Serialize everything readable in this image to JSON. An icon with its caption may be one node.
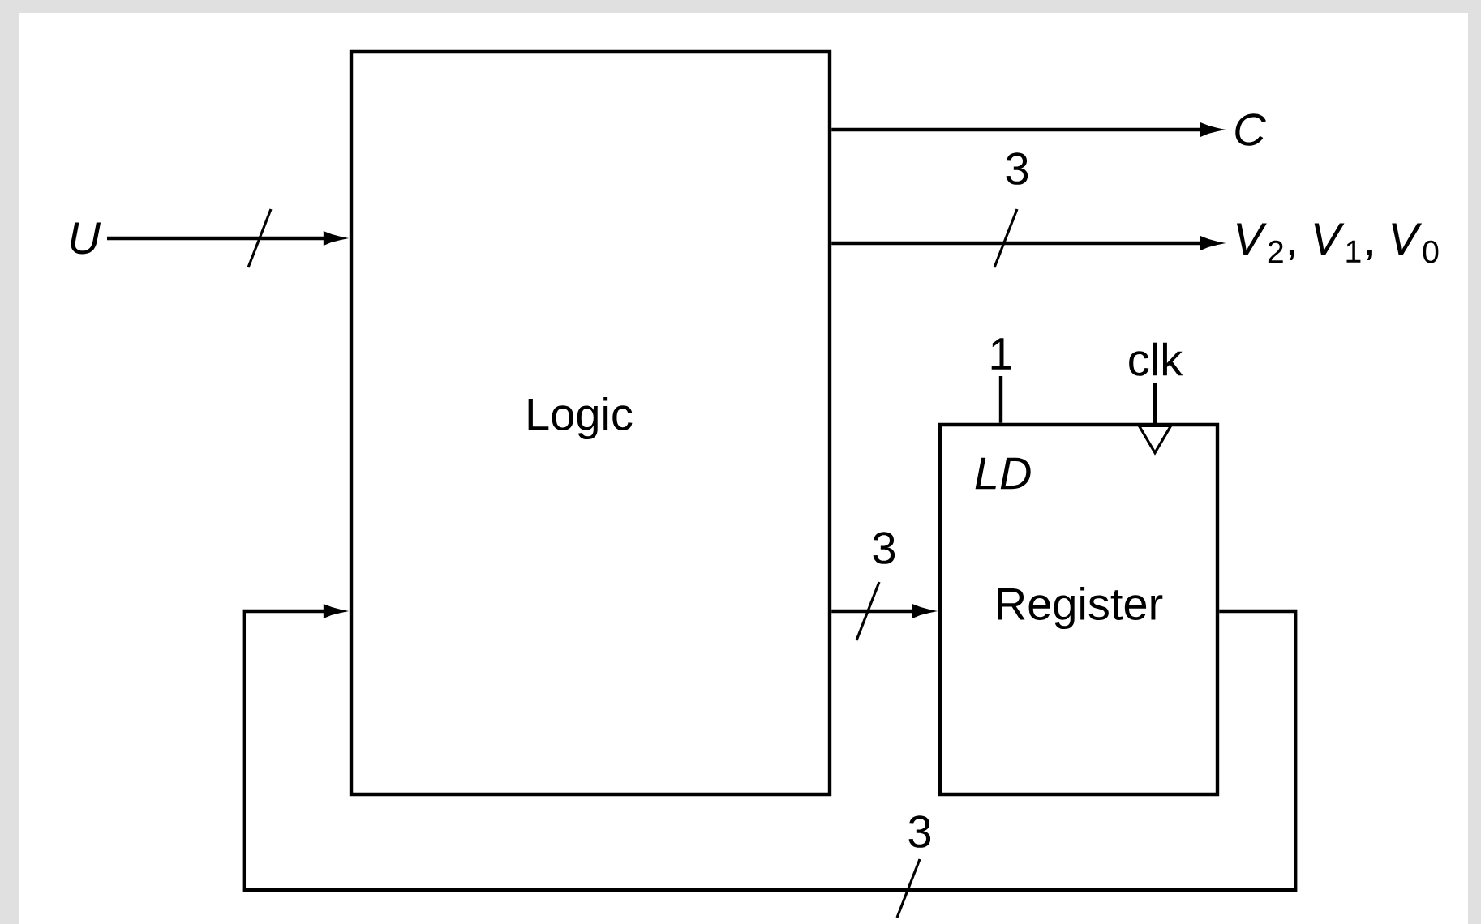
{
  "diagram": {
    "nodes": [
      {
        "text": [
          "Logic"
        ]
      },
      {
        "text": [
          "LD",
          "Register"
        ]
      },
      {
        "text": [
          "U"
        ]
      },
      {
        "text": [
          "C"
        ]
      },
      {
        "text": [
          "*V*$_{2}$, *V*$_{1}$, *V*$_{0}$"
        ]
      },
      {
        "text": [
          "1"
        ]
      },
      {
        "text": [
          "clk"
        ]
      }
    ],
    "edges": [
      {
        "from": 2,
        "to": 0,
        "arrow": "to"
      },
      {
        "from": 0,
        "to": 3,
        "arrow": "to"
      },
      {
        "from": 0,
        "to": 4,
        "arrow": "to",
        "label": "3"
      },
      {
        "from": 5,
        "to": 1,
        "arrow": "none"
      },
      {
        "from": 6,
        "to": 1,
        "arrow": "to"
      },
      {
        "from": 0,
        "to": 1,
        "arrow": "to",
        "label": "3"
      },
      {
        "from": 1,
        "to": 0,
        "arrow": "to",
        "label": "3"
      }
    ]
  }
}
